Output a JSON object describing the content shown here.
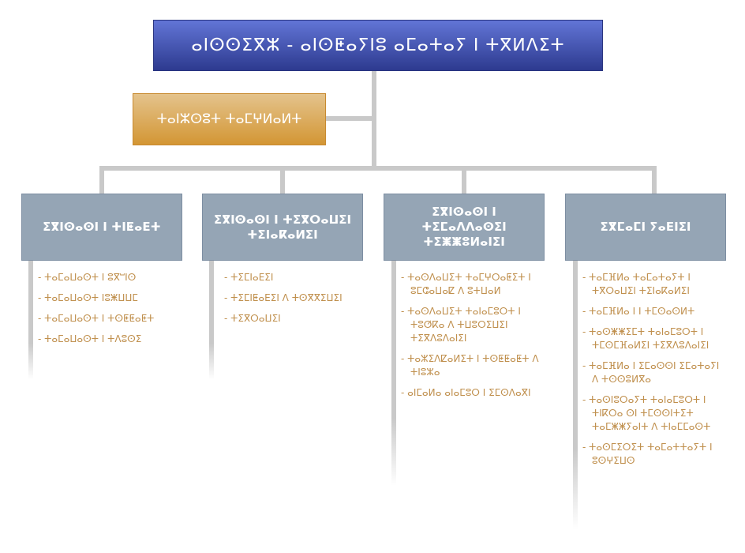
{
  "title": "ⴰⵏⵙⵙⵉⴳⵣ - ⴰⵏⵙⵟⴰⵢⵏⵓ ⴰⵎⴰⵜⴰⵢ ⵏ ⵜⴳⵍⴷⵉⵜ",
  "assistant": "ⵜⴰⵏⵣⵙⵓⵜ ⵜⴰⵎⵖⵍⴰⵍⵜ",
  "departments": [
    {
      "label": "ⵉⴳⵏⵙⴰⵙⵏ ⵏ ⵜⵏⵟⴰⴹⵜ",
      "items": [
        "ⵜⴰⵎⴰⵡⴰⵙⵜ ⵏ ⵓⴳⵯⵏⵙ",
        "ⵜⴰⵎⴰⵡⴰⵙⵜ ⵏⵓⵥⵡⵡⵎ",
        "ⵜⴰⵎⴰⵡⴰⵙⵜ ⵏ ⵜⵙⵟⵟⴰⵟⵜ",
        "ⵜⴰⵎⴰⵡⴰⵙⵜ ⵏ ⵜⴷⵓⵙⵉ"
      ]
    },
    {
      "label": "ⵉⴳⵏⵙⴰⵙⵏ ⵏ ⵜⵉⴳⵔⴰⵡⵉⵏ ⵜⵉⵏⴰⴽⴰⵍⵉⵏ",
      "items": [
        "ⵜⵉⵎⵏⴰⴹⵉⵏ",
        "ⵜⵉⵎⵏⵟⴰⴹⵉⵏ ⴷ ⵜⵙⴳⴳⵉⵡⵉⵏ",
        "ⵜⵉⴳⵔⴰⵡⵉⵏ"
      ]
    },
    {
      "label": "ⵉⴳⵏⵙⴰⵙⵏ ⵏ ⵜⵉⵎⴰⴷⴷⴰⵙⵉⵏ ⵜⵉⵥⵥⵓⵍⴰⵏⵉⵏ",
      "items": [
        "ⵜⴰⵙⴷⴰⵡⵉⵜ ⵜⴰⵎⵖⵔⴰⵟⵉⵜ ⵏ ⵓⵎⵛⴰⵡⴰⵇ ⴷ ⵓⵜⵡⴰⵍ",
        "ⵜⴰⵙⴷⴰⵡⵉⵜ ⵜⴰⵏⴰⵎⵓⵔⵜ ⵏ ⵜⵓⵚⴽⴰ ⴷ ⵜⵡⵓⵔⵉⵡⵉⵏ ⵜⵉⴳⴷⵓⴷⴰⵏⵉⵏ",
        "ⵜⴰⵣⵉⴷⵇⴰⵍⵉⵜ ⵏ ⵜⵙⵟⵟⴰⵟⵜ ⴷ ⵜⵏⵓⵣⴰ",
        "ⴰⵏⵎⴰⵍⴰ ⴰⵏⴰⵎⵓⵔ ⵏ ⵉⵎⵙⴷⴰⴳⵏ"
      ]
    },
    {
      "label": "ⵉⴳⵎⴰⵎⵏ ⵢⴰⴹⵏⵉⵏ",
      "items": [
        "ⵜⴰⵎⴼⵍⴰ ⵜⴰⵎⴰⵜⴰⵢⵜ ⵏ ⵜⴳⵔⴰⵡⵉⵏ ⵜⵉⵏⴰⴽⴰⵍⵉⵏ",
        "ⵜⴰⵎⴼⵍⴰ ⵏ ⵏ ⵜⵎⵙⴰⵙⵍⵜ",
        "ⵜⴰⵙⵥⵥⵉⵎⵜ ⵜⴰⵏⴰⵎⵓⵔⵜ ⵏ ⵜⵎⵙⵎⴼⴰⵍⵉⵏ ⵜⵉⴳⴷⵓⴷⴰⵏⵉⵏ",
        "ⵜⴰⵎⴼⵍⴰ ⵏ ⵉⵎⴰⵙⵙⵏ ⵉⵎⴰⵜⴰⵢⵏ ⴷ ⵜⵙⵙⵓⵍⴳⴰ",
        "ⵜⴰⵙⵏⵓⵔⴰⵢⵜ ⵜⴰⵏⴰⵎⵓⵔⵜ ⵏ ⵜⵏⴽⵔⴰ ⵙⵏ ⵜⵎⵙⵙⵏⵜⵉⵜ ⵜⴰⵎⵥⵥⵢⴰⵏⵜ ⴷ ⵜⵏⴰⵎⵎⴰⵙⵜ",
        "ⵜⴰⵙⵎⵉⵔⵉⵜ ⵜⴰⵎⴰⵜⵜⴰⵢⵜ ⵏ ⵓⵙⵖⵉⵡⵙ"
      ]
    }
  ]
}
